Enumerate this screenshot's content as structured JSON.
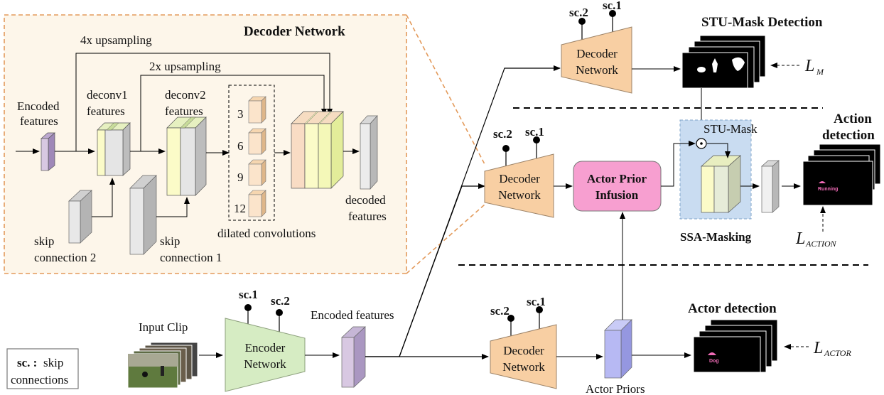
{
  "decoder_panel": {
    "title": "Decoder Network",
    "upsample_4x": "4x upsampling",
    "upsample_2x": "2x upsampling",
    "encoded_features": [
      "Encoded",
      "features"
    ],
    "deconv1": [
      "deconv1",
      "features"
    ],
    "deconv2": [
      "deconv2",
      "features"
    ],
    "dilation_rates": [
      "3",
      "6",
      "9",
      "12"
    ],
    "dilated_label": "dilated convolutions",
    "decoded": [
      "decoded",
      "features"
    ],
    "skip2": [
      "skip",
      "connection 2"
    ],
    "skip1": [
      "skip",
      "connection 1"
    ]
  },
  "legend": [
    "sc. :",
    "skip",
    "connections"
  ],
  "input_clip": "Input Clip",
  "encoder": {
    "title": [
      "Encoder",
      "Network"
    ],
    "sc1": "sc.1",
    "sc2": "sc.2"
  },
  "encoded_label": "Encoded features",
  "decoder_top": {
    "title": [
      "Decoder",
      "Network"
    ],
    "sc2": "sc.2",
    "sc1": "sc.1"
  },
  "decoder_mid": {
    "title": [
      "Decoder",
      "Network"
    ],
    "sc2": "sc.2",
    "sc1": "sc.1"
  },
  "decoder_bot": {
    "title": [
      "Decoder",
      "Network"
    ],
    "sc2": "sc.2",
    "sc1": "sc.1"
  },
  "stu_mask_detection": "STU-Mask Detection",
  "stu_mask": "STU-Mask",
  "ssa_masking": "SSA-Masking",
  "actor_prior_infusion": [
    "Actor Prior",
    "Infusion"
  ],
  "action_detection": [
    "Action",
    "detection"
  ],
  "actor_detection": "Actor detection",
  "actor_priors": "Actor Priors",
  "loss_mask": {
    "main": "L",
    "sub": "M"
  },
  "loss_action": {
    "main": "L",
    "sub": "ACTION"
  },
  "loss_actor": {
    "main": "L",
    "sub": "ACTOR"
  },
  "frame_labels": {
    "running": "Running",
    "dog": "Dog"
  },
  "colors": {
    "decoder_fill": "#f8cfa3",
    "encoder_fill": "#d6ecc3",
    "panel_bg": "#fdf6ea",
    "panel_border": "#e39a5b",
    "ssa_bg": "#c9dcf1",
    "infusion_fill": "#f79fd0",
    "actor_prior_fill": "#b7b9f3",
    "encoded_fill": "#d8c8e2"
  }
}
